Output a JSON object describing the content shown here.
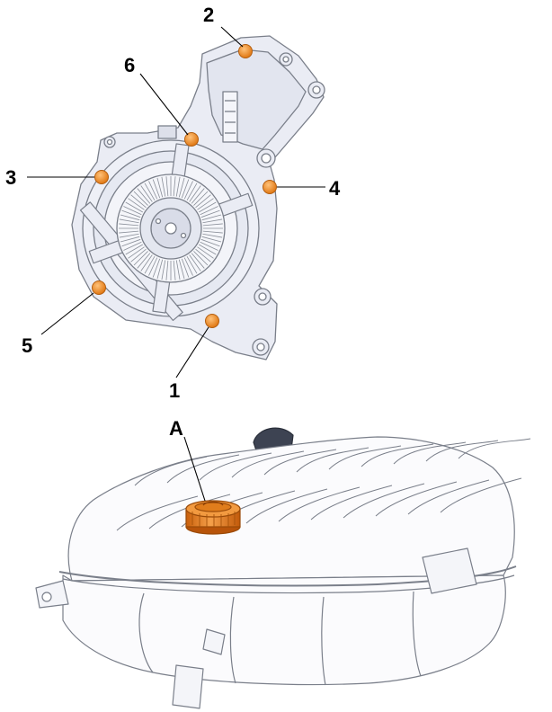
{
  "colors": {
    "bolt": "#f28a1e",
    "cap": "#e8801a",
    "outline": "#7a7f8a",
    "part_fill": "#eaecf4",
    "leader": "#000000"
  },
  "callouts": {
    "bolt_1": "1",
    "bolt_2": "2",
    "bolt_3": "3",
    "bolt_4": "4",
    "bolt_5": "5",
    "bolt_6": "6",
    "cap_a": "A"
  }
}
